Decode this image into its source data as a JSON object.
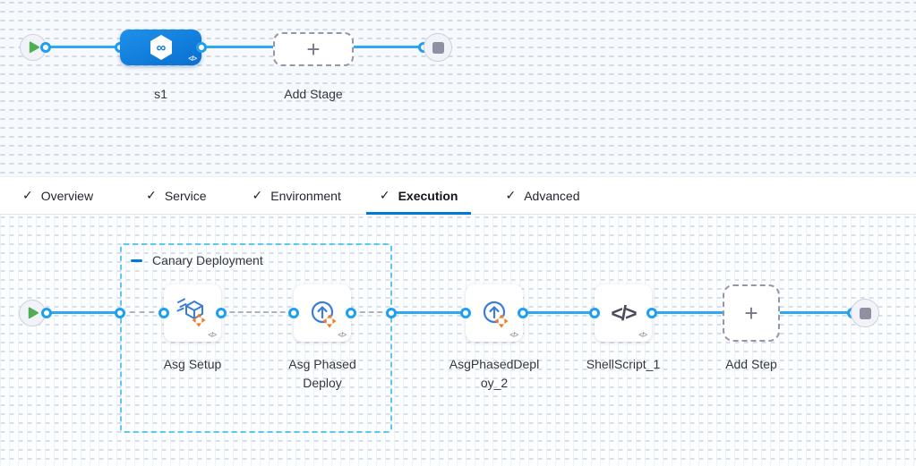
{
  "stage_graph": {
    "stage_label": "s1",
    "add_stage_label": "Add Stage"
  },
  "tabs": [
    {
      "label": "Overview",
      "checked": true,
      "active": false
    },
    {
      "label": "Service",
      "checked": true,
      "active": false
    },
    {
      "label": "Environment",
      "checked": true,
      "active": false
    },
    {
      "label": "Execution",
      "checked": true,
      "active": true
    },
    {
      "label": "Advanced",
      "checked": true,
      "active": false
    }
  ],
  "execution": {
    "group_label": "Canary Deployment",
    "steps": [
      {
        "label": "Asg Setup"
      },
      {
        "label": "Asg Phased\nDeploy"
      },
      {
        "label": "AsgPhasedDepl\noy_2"
      },
      {
        "label": "ShellScript_1"
      }
    ],
    "add_step_label": "Add Step"
  },
  "icons": {
    "check": "✓",
    "plus": "+",
    "code_badge": "</>",
    "shell": "</>",
    "infinity": "∞"
  },
  "colors": {
    "accent_blue": "#0278d5",
    "connector_blue": "#2fa7f1",
    "port_ring": "#1ea0ef",
    "dashed_connector": "#b1b2c0",
    "group_border": "#5cc8ee",
    "stage_gradient_start": "#1d91ea",
    "stage_gradient_end": "#0a6fd0",
    "step_icon_blue": "#3b7dd2",
    "step_icon_orange": "#ef7b1d",
    "play_green": "#4fae53",
    "stop_gray": "#8f90a2"
  }
}
